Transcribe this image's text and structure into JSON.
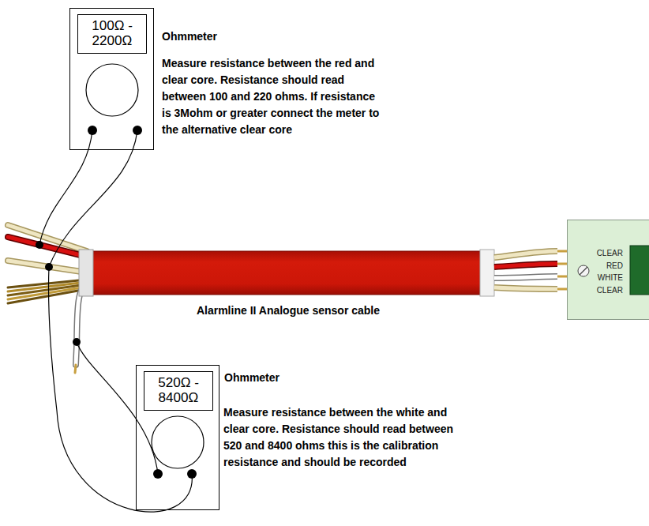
{
  "diagram": {
    "nodes": [
      {
        "text": [
          "100Ω - 2200Ω"
        ]
      },
      {
        "text": [
          "CLEAR",
          "RED",
          "WHITE",
          "CLEAR"
        ]
      },
      {
        "text": [
          "520Ω - 8400Ω"
        ]
      }
    ],
    "labels": [
      "Ohmmeter",
      "Measure resistance between the red and clear core. Resistance should read between 100 and 220 ohms. If resistance is 3Mohm or greater connect the meter to the alternative clear core",
      "Alarmline II Analogue sensor cable",
      "Ohmmeter",
      "Measure resistance between the white and clear core. Resistance should read between 520 and 8400 ohms this is the calibration resistance and should be recorded"
    ]
  }
}
